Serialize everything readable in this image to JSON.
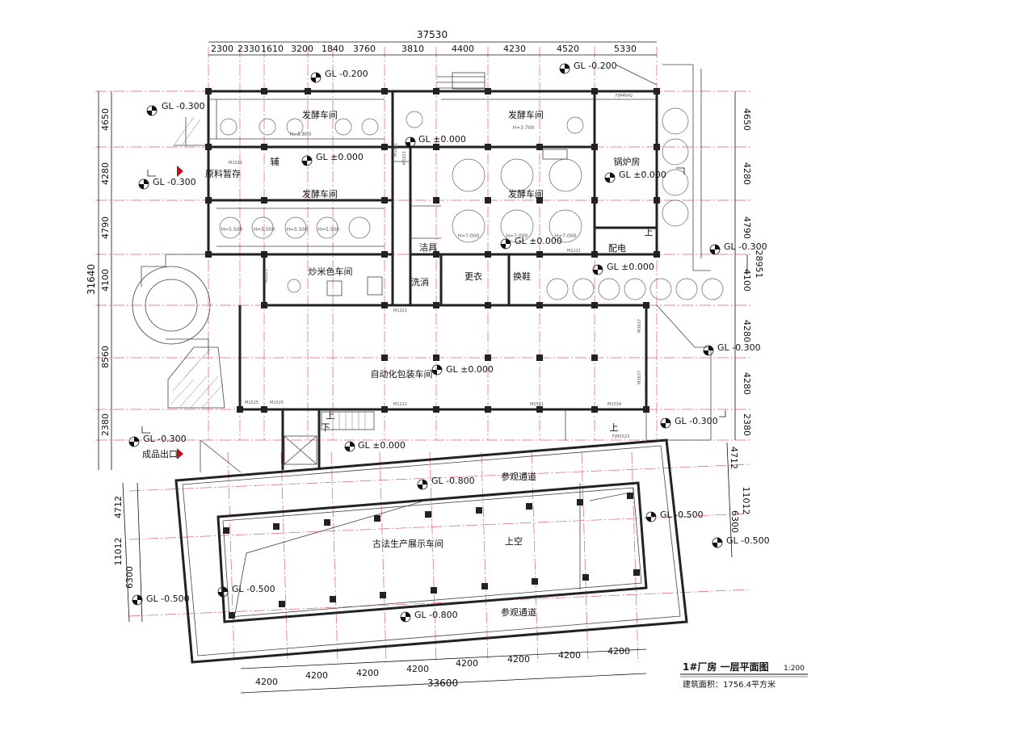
{
  "title": {
    "name": "1#厂房  一层平面图",
    "scale": "1:200",
    "area": "建筑面积：1756.4平方米"
  },
  "dimensions": {
    "top_total": "37530",
    "top_segments": [
      "2300",
      "2330",
      "1610",
      "3200",
      "1840",
      "3760",
      "3810",
      "4400",
      "4230",
      "4520",
      "5330"
    ],
    "left_total": "31640",
    "left_segments": [
      "4650",
      "4280",
      "4790",
      "4100",
      "8560",
      "2380"
    ],
    "right_segments": [
      "4650",
      "4280",
      "4790",
      "4100",
      "4280",
      "4280",
      "2380"
    ],
    "right_extra": "28951",
    "bottom_total": "33600",
    "bottom_segments": [
      "4200",
      "4200",
      "4200",
      "4200",
      "4200",
      "4200",
      "4200",
      "4200"
    ],
    "skew_left": [
      "4712",
      "11012",
      "6300"
    ],
    "skew_right": [
      "4712",
      "11012",
      "6300"
    ]
  },
  "rooms": {
    "ferment1": "发酵车间",
    "ferment2": "发酵车间",
    "ferment3": "发酵车间",
    "ferment4": "发酵车间",
    "boiler": "锅炉房",
    "power": "配电",
    "raw": "原料暂存",
    "fu": "辅",
    "roast": "炒米色车间",
    "clean": "洁具",
    "wash": "洗消",
    "change": "更衣",
    "shoes": "换鞋",
    "pack": "自动化包装车间",
    "exhibit": "古法生产展示车间",
    "void": "上空",
    "visit_top": "参观通道",
    "visit_bottom": "参观通道",
    "exit": "成品出口",
    "up1": "上",
    "up2": "上",
    "down": "下",
    "up3": "上"
  },
  "levels": {
    "l1": "GL -0.200",
    "l2": "GL -0.200",
    "l3": "GL -0.300",
    "l4": "GL -0.300",
    "l5": "GL ±0.000",
    "l6": "GL ±0.000",
    "l7": "GL ±0.000",
    "l8": "GL ±0.000",
    "l9": "GL -0.300",
    "l10": "GL ±0.000",
    "l11": "GL -0.300",
    "l12": "GL ±0.000",
    "l13": "GL -0.300",
    "l14": "GL -0.300",
    "l15": "GL ±0.000",
    "l16": "GL -0.800",
    "l17": "GL -0.500",
    "l18": "GL -0.500",
    "l19": "GL -0.500",
    "l20": "GL -0.500",
    "l21": "GL -0.800"
  },
  "tank_heights": {
    "h1": "H=5.800",
    "h2": "H=3.700",
    "h3": "H=5.500",
    "h4": "H=5.500",
    "h5": "H=5.500",
    "h6": "H=5.500",
    "h7": "H=7.000",
    "h8": "H=7.000",
    "h9": "H=7.000"
  },
  "door_tags": {
    "d1": "M1021",
    "d2": "M1021",
    "d3": "M1021",
    "d4": "M1221",
    "d5": "M1221",
    "d6": "M1221",
    "d7": "M1525",
    "d8": "M1525",
    "d9": "M1221",
    "d10": "M2521",
    "d11": "M1534",
    "d12": "FJM2523",
    "d13": "FJM4642",
    "d14": "M3637",
    "d15": "M3637"
  },
  "colors": {
    "wall": "#222222",
    "grid": "#e0606a",
    "marker": "#c0101a"
  }
}
